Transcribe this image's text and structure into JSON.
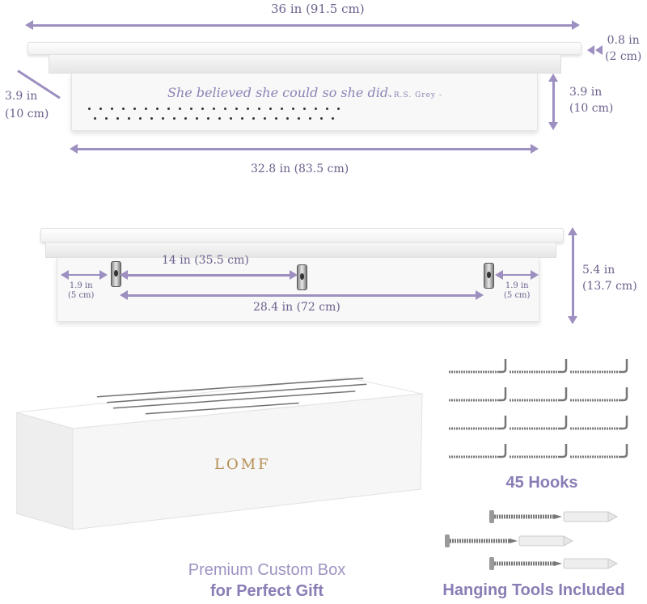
{
  "top_shelf": {
    "width_label": "36 in (91.5 cm)",
    "thickness_label_line1": "0.8 in",
    "thickness_label_line2": "(2 cm)",
    "depth_label_line1": "3.9 in",
    "depth_label_line2": "(10 cm)",
    "height_label_line1": "3.9 in",
    "height_label_line2": "(10 cm)",
    "board_width_label": "32.8 in (83.5 cm)",
    "quote": "She believed she could so she did.",
    "quote_author": "- R.S. Grey -"
  },
  "back_shelf": {
    "hanger_spacing_label": "14 in (35.5 cm)",
    "hanger_span_label": "28.4 in (72 cm)",
    "side_margin_left_line1": "1.9 in",
    "side_margin_left_line2": "(5 cm)",
    "side_margin_right_line1": "1.9 in",
    "side_margin_right_line2": "(5 cm)",
    "height_label_line1": "5.4 in",
    "height_label_line2": "(13.7 cm)"
  },
  "box": {
    "logo": "LOMF",
    "caption_line1": "Premium Custom Box",
    "caption_line2": "for Perfect Gift"
  },
  "hooks": {
    "label": "45 Hooks"
  },
  "tools": {
    "label": "Hanging Tools Included"
  },
  "colors": {
    "accent": "#9d8fc0",
    "text": "#6d5f8c",
    "logo_gold": "#b58d52"
  }
}
